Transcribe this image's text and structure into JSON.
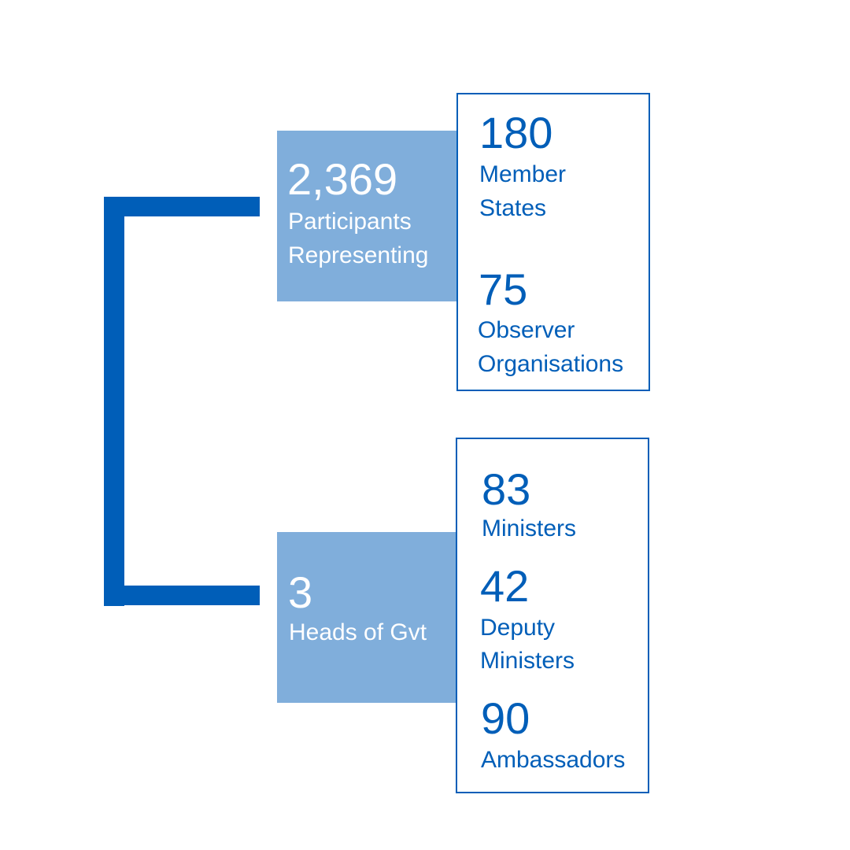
{
  "participants": {
    "value": "2,369",
    "label_line1": "Participants",
    "label_line2": "Representing"
  },
  "heads": {
    "value": "3",
    "label": "Heads of Gvt"
  },
  "member_states": {
    "value": "180",
    "label_line1": "Member",
    "label_line2": "States"
  },
  "observers": {
    "value": "75",
    "label_line1": "Observer",
    "label_line2": "Organisations"
  },
  "ministers": {
    "value": "83",
    "label": "Ministers"
  },
  "deputy_ministers": {
    "value": "42",
    "label_line1": "Deputy",
    "label_line2": "Ministers"
  },
  "ambassadors": {
    "value": "90",
    "label": "Ambassadors"
  },
  "colors": {
    "dark_blue": "#005eb8",
    "light_blue": "#80aedb",
    "white": "#ffffff"
  }
}
